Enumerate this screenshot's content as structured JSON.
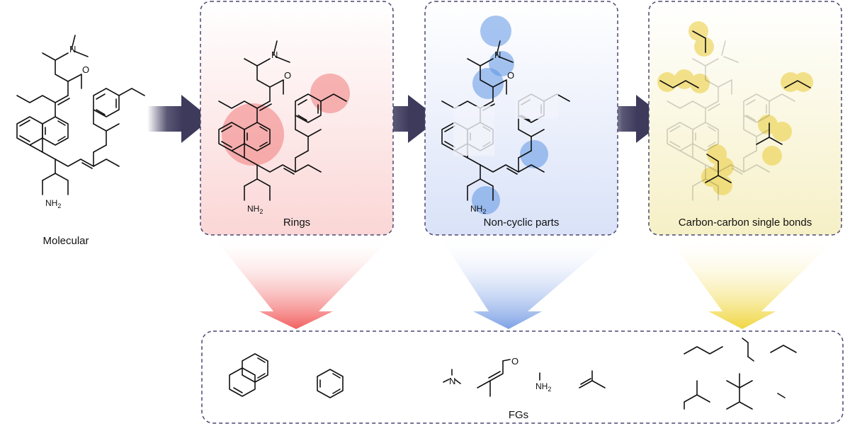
{
  "labels": {
    "molecule": "Molecular",
    "rings": "Rings",
    "noncyclic": "Non-cyclic parts",
    "ccbonds": "Carbon-carbon single bonds",
    "fgs": "FGs"
  },
  "atoms": {
    "oxygen": "O",
    "nitrogen": "N",
    "amine_main": "NH",
    "amine_sub": "2"
  },
  "colors": {
    "rings_highlight": "#f07c7c",
    "noncyclic_highlight": "#5f95e3",
    "ccbond_highlight": "#ecd048",
    "arrow": "#3d3a5c",
    "box_border": "#4a4770"
  }
}
